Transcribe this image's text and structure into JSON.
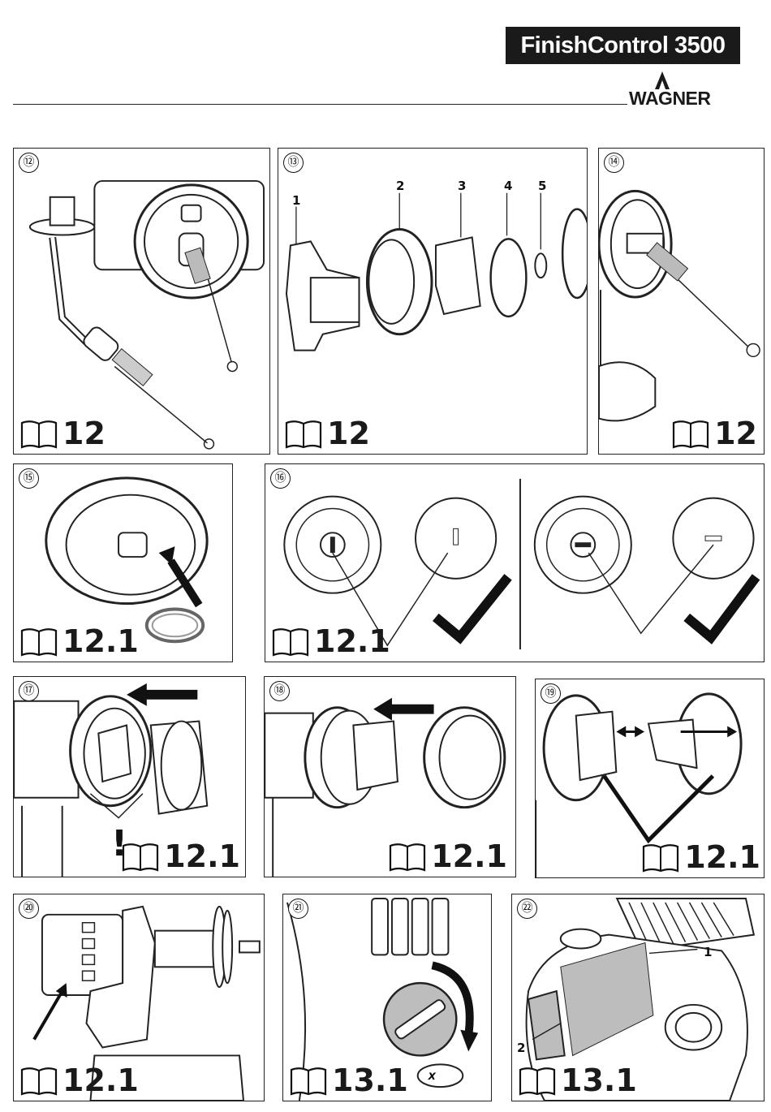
{
  "header": {
    "title": "FinishControl 3500",
    "brand": "WAGNER"
  },
  "panels": [
    {
      "number": "⑫",
      "ref": "12"
    },
    {
      "number": "⑬",
      "ref": "12",
      "part_labels": [
        "1",
        "2",
        "3",
        "4",
        "5"
      ]
    },
    {
      "number": "⑭",
      "ref": "12"
    },
    {
      "number": "⑮",
      "ref": "12.1"
    },
    {
      "number": "⑯",
      "ref": "12.1"
    },
    {
      "number": "⑰",
      "ref": "12.1",
      "warning": "!"
    },
    {
      "number": "⑱",
      "ref": "12.1"
    },
    {
      "number": "⑲",
      "ref": "12.1"
    },
    {
      "number": "⑳",
      "ref": "12.1"
    },
    {
      "number": "㉑",
      "ref": "13.1"
    },
    {
      "number": "㉒",
      "ref": "13.1",
      "callouts": [
        "1",
        "2"
      ]
    }
  ],
  "icons": {
    "manual": "open-book-icon",
    "check": "checkmark-icon",
    "arrow": "arrow-icon"
  }
}
